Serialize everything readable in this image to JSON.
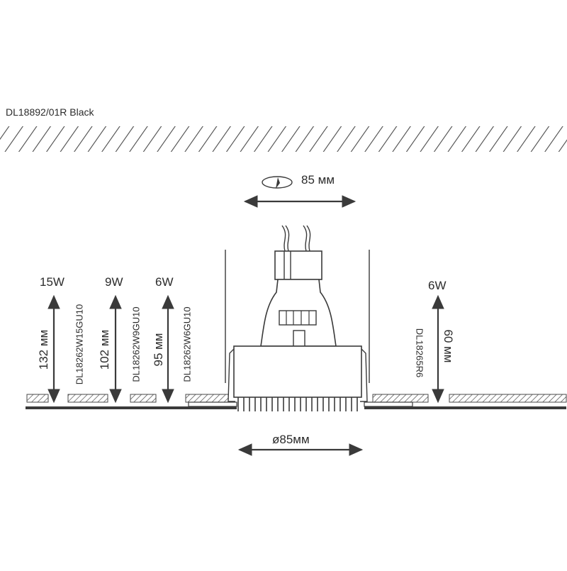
{
  "title": "DL18892/01R Black",
  "top_dimension": "85 мм",
  "bottom_dimension": "ø85мм",
  "left_variants": [
    {
      "watt": "15W",
      "depth": "132 мм",
      "model": "DL18262W15GU10"
    },
    {
      "watt": "9W",
      "depth": "102 мм",
      "model": "DL18262W9GU10"
    },
    {
      "watt": "6W",
      "depth": "95 мм",
      "model": "DL18262W6GU10"
    }
  ],
  "right_variant": {
    "watt": "6W",
    "depth": "60 мм",
    "model": "DL18265R6"
  },
  "colors": {
    "line": "#3a3a3a",
    "hatch": "#4a4a4a",
    "fill": "#ffffff"
  }
}
